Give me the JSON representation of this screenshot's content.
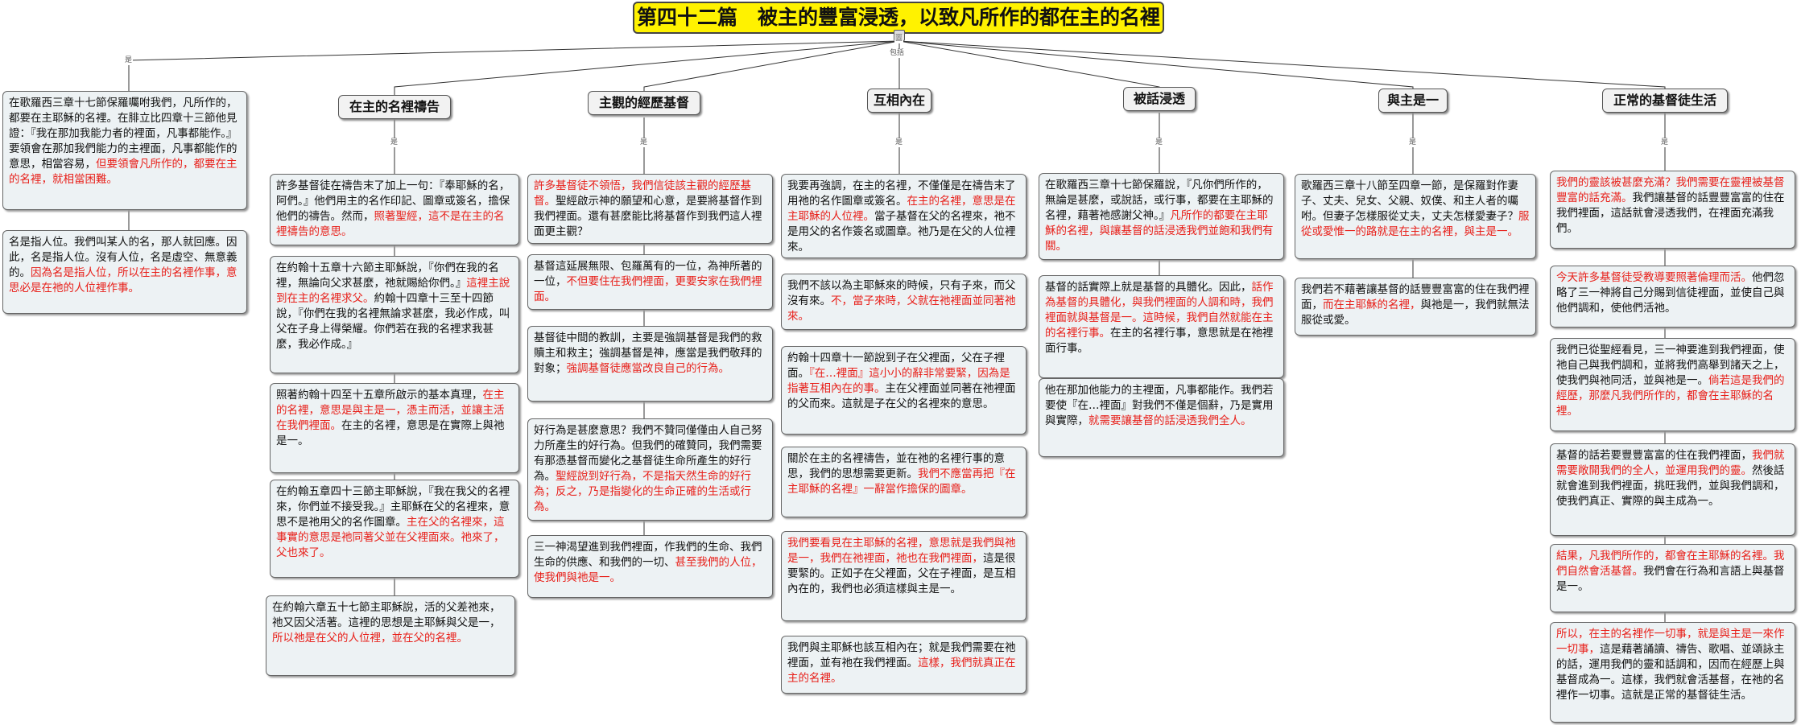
{
  "title": "第四十二篇　被主的豐富浸透，以致凡所作的都在主的名裡",
  "connector_labels": {
    "root": "圖",
    "is": "是",
    "includes": "包括"
  },
  "colors": {
    "title_bg": "#fff200",
    "highlight": "#e8201a",
    "card_bg": "#edf2f4"
  },
  "intro": [
    {
      "parts": [
        {
          "t": "在歌羅西三章十七節保羅囑咐我們，凡所作的，都要在主耶穌的名裡。在腓立比四章十三節他見證：『我在那加我能力者的裡面，凡事都能作。』要領會在那加我們能力的主裡面，凡事都能作的意思，相當容易，"
        },
        {
          "t": "但要領會凡所作的，都要在主的名裡，就相當困難。",
          "red": true
        }
      ]
    },
    {
      "parts": [
        {
          "t": "名是指人位。我們叫某人的名，那人就回應。因此，名是指人位。沒有人位，名是虛空、無意義的。"
        },
        {
          "t": "因為名是指人位，所以在主的名裡作事，意思必是在祂的人位裡作事。",
          "red": true
        }
      ]
    }
  ],
  "columns": [
    {
      "heading": "在主的名裡禱告",
      "cards": [
        {
          "parts": [
            {
              "t": "許多基督徒在禱告末了加上一句：『奉耶穌的名，阿們。』他們用主的名作印記、圖章或簽名，擔保他們的禱告。然而，"
            },
            {
              "t": "照著聖經，這不是在主的名裡禱告的意思。",
              "red": true
            }
          ]
        },
        {
          "parts": [
            {
              "t": "在約翰十五章十六節主耶穌說，『你們在我的名裡，無論向父求甚麼，祂就賜給你們。』"
            },
            {
              "t": "這裡主說到在主的名裡求父。",
              "red": true
            },
            {
              "t": "約翰十四章十三至十四節說，『你們在我的名裡無論求甚麼，我必作成，叫父在子身上得榮耀。你們若在我的名裡求我甚麼，我必作成。』"
            }
          ]
        },
        {
          "parts": [
            {
              "t": "照著約翰十四至十五章所啟示的基本真理，"
            },
            {
              "t": "在主的名裡，意思是與主是一，憑主而活，並讓主活在我們裡面。",
              "red": true
            },
            {
              "t": "在主的名裡，意思是在實際上與祂是一。"
            }
          ]
        },
        {
          "parts": [
            {
              "t": "在約翰五章四十三節主耶穌說，『我在我父的名裡來，你們並不接受我。』主耶穌在父的名裡來，意思不是祂用父的名作圖章。"
            },
            {
              "t": "主在父的名裡來，這事實的意思是祂同著父並在父裡面來。祂來了，父也來了。",
              "red": true
            }
          ]
        },
        {
          "parts": [
            {
              "t": "在約翰六章五十七節主耶穌說，活的父差祂來，祂又因父活著。這裡的思想是主耶穌與父是一，"
            },
            {
              "t": "所以祂是在父的人位裡，並在父的名裡。",
              "red": true
            }
          ]
        }
      ]
    },
    {
      "heading": "主觀的經歷基督",
      "cards": [
        {
          "parts": [
            {
              "t": "許多基督徒不領悟，我們信徒該主觀的經歷基督。",
              "red": true
            },
            {
              "t": "聖經啟示神的願望和心意，是要將基督作到我們裡面。還有甚麼能比將基督作到我們這人裡面更主觀？"
            }
          ]
        },
        {
          "parts": [
            {
              "t": "基督這延展無限、包羅萬有的一位，為神所著的一位，"
            },
            {
              "t": "不但要住在我們裡面，更要安家在我們裡面。",
              "red": true
            }
          ]
        },
        {
          "parts": [
            {
              "t": "基督徒中間的教訓，主要是強調基督是我們的救贖主和救主；強調基督是神，應當是我們敬拜的對象；"
            },
            {
              "t": "強調基督徒應當改良自己的行為。",
              "red": true
            }
          ]
        },
        {
          "parts": [
            {
              "t": "好行為是甚麼意思？我們不贊同僅僅由人自己努力所產生的好行為。但我們的確贊同，我們需要有那憑基督而變化之基督徒生命所產生的好行為。"
            },
            {
              "t": "聖經說到好行為，不是指天然生命的好行為；反之，乃是指變化的生命正確的生活或行為。",
              "red": true
            }
          ]
        },
        {
          "parts": [
            {
              "t": "三一神渴望進到我們裡面，作我們的生命、我們生命的供應、和我們的一切、"
            },
            {
              "t": "甚至我們的人位，使我們與祂是一。",
              "red": true
            }
          ]
        }
      ]
    },
    {
      "heading": "互相內在",
      "cards": [
        {
          "parts": [
            {
              "t": "我要再強調，在主的名裡，不僅僅是在禱告末了用祂的名作圖章或簽名。"
            },
            {
              "t": "在主的名裡，意思是在主耶穌的人位裡。",
              "red": true
            },
            {
              "t": "當子基督在父的名裡來，祂不是用父的名作簽名或圖章。祂乃是在父的人位裡來。"
            }
          ]
        },
        {
          "parts": [
            {
              "t": "我們不該以為主耶穌來的時候，只有子來，而父沒有來。"
            },
            {
              "t": "不，當子來時，父就在祂裡面並同著祂來。",
              "red": true
            }
          ]
        },
        {
          "parts": [
            {
              "t": "約翰十四章十一節說到子在父裡面，父在子裡面。"
            },
            {
              "t": "『在…裡面』這小小的辭非常要緊，因為是指著互相內在的事。",
              "red": true
            },
            {
              "t": "主在父裡面並同著在祂裡面的父而來。這就是子在父的名裡來的意思。"
            }
          ]
        },
        {
          "parts": [
            {
              "t": "關於在主的名裡禱告，並在祂的名裡行事的意思，我們的思想需要更新。"
            },
            {
              "t": "我們不應當再把『在主耶穌的名裡』一辭當作擔保的圖章。",
              "red": true
            }
          ]
        },
        {
          "parts": [
            {
              "t": "我們要看見在主耶穌的名裡，意思就是我們與祂是一，我們在祂裡面，祂也在我們裡面，",
              "red": true
            },
            {
              "t": "這是很要緊的。正如子在父裡面，父在子裡面，是互相內在的，我們也必須這樣與主是一。"
            }
          ]
        },
        {
          "parts": [
            {
              "t": "我們與主耶穌也該互相內在；就是我們需要在祂裡面，並有祂在我們裡面。"
            },
            {
              "t": "這樣，我們就真正在主的名裡。",
              "red": true
            }
          ]
        }
      ]
    },
    {
      "heading": "被話浸透",
      "cards": [
        {
          "parts": [
            {
              "t": "在歌羅西三章十七節保羅說，『凡你們所作的，無論是甚麼，或說話，或行事，都要在主耶穌的名裡，藉著祂感謝父神。』"
            },
            {
              "t": "凡所作的都要在主耶穌的名裡，與讓基督的話浸透我們並飽和我們有關。",
              "red": true
            }
          ]
        },
        {
          "parts": [
            {
              "t": "基督的話實際上就是基督的具體化。因此，"
            },
            {
              "t": "話作為基督的具體化，與我們裡面的人調和時，我們裡面就與基督是一。這時候，我們自然就能在主的名裡行事。",
              "red": true
            },
            {
              "t": "在主的名裡行事，意思就是在祂裡面行事。"
            }
          ]
        },
        {
          "parts": [
            {
              "t": "他在那加他能力的主裡面，凡事都能作。我們若要使『在…裡面』對我們不僅是個辭，乃是實用與實際，"
            },
            {
              "t": "就需要讓基督的話浸透我們全人。",
              "red": true
            }
          ]
        }
      ]
    },
    {
      "heading": "與主是一",
      "cards": [
        {
          "parts": [
            {
              "t": "歌羅西三章十八節至四章一節，是保羅對作妻子、丈夫、兒女、父親、奴僕、和主人者的囑咐。但妻子怎樣服從丈夫，丈夫怎樣愛妻子？"
            },
            {
              "t": "服從或愛惟一的路就是在主的名裡，與主是一。",
              "red": true
            }
          ]
        },
        {
          "parts": [
            {
              "t": "我們若不藉著讓基督的話豐豐富富的住在我們裡面，"
            },
            {
              "t": "而在主耶穌的名裡，",
              "red": true
            },
            {
              "t": "與祂是一，我們就無法服從或愛。"
            }
          ]
        }
      ]
    },
    {
      "heading": "正常的基督徒生活",
      "cards": [
        {
          "parts": [
            {
              "t": "我們的靈該被甚麼充滿？我們需要在靈裡被基督豐富的話充滿。",
              "red": true
            },
            {
              "t": "我們讓基督的話豐豐富富的住在我們裡面，這話就會浸透我們，在裡面充滿我們。"
            }
          ]
        },
        {
          "parts": [
            {
              "t": "今天許多基督徒受教導要照著倫理而活。",
              "red": true
            },
            {
              "t": "他們忽略了三一神將自己分賜到信徒裡面，並使自己與他們調和，使他們活祂。"
            }
          ]
        },
        {
          "parts": [
            {
              "t": "我們已從聖經看見，三一神要進到我們裡面，使祂自己與我們調和，並將我們高舉到諸天之上，使我們與祂同活，並與祂是一。"
            },
            {
              "t": "倘若這是我們的經歷，那麼凡我們所作的，都會在主耶穌的名裡。",
              "red": true
            }
          ]
        },
        {
          "parts": [
            {
              "t": "基督的話若要豐豐富富的住在我們裡面，"
            },
            {
              "t": "我們就需要敞開我們的全人，並運用我們的靈。",
              "red": true
            },
            {
              "t": "然後話就會進到我們裡面，挑旺我們，並與我們調和，使我們真正、實際的與主成為一。"
            }
          ]
        },
        {
          "parts": [
            {
              "t": "結果，凡我們所作的，都會在主耶穌的名裡。我們自然會活基督。",
              "red": true
            },
            {
              "t": "我們會在行為和言語上與基督是一。"
            }
          ]
        },
        {
          "parts": [
            {
              "t": "所以，在主的名裡作一切事，就是與主是一來作一切事，",
              "red": true
            },
            {
              "t": "這是藉著誦讀、禱告、歌唱、並頌詠主的話，運用我們的靈和話調和，因而在經歷上與基督成為一。這樣，我們就會活基督，在祂的名裡作一切事。這就是正常的基督徒生活。"
            }
          ]
        }
      ]
    }
  ]
}
